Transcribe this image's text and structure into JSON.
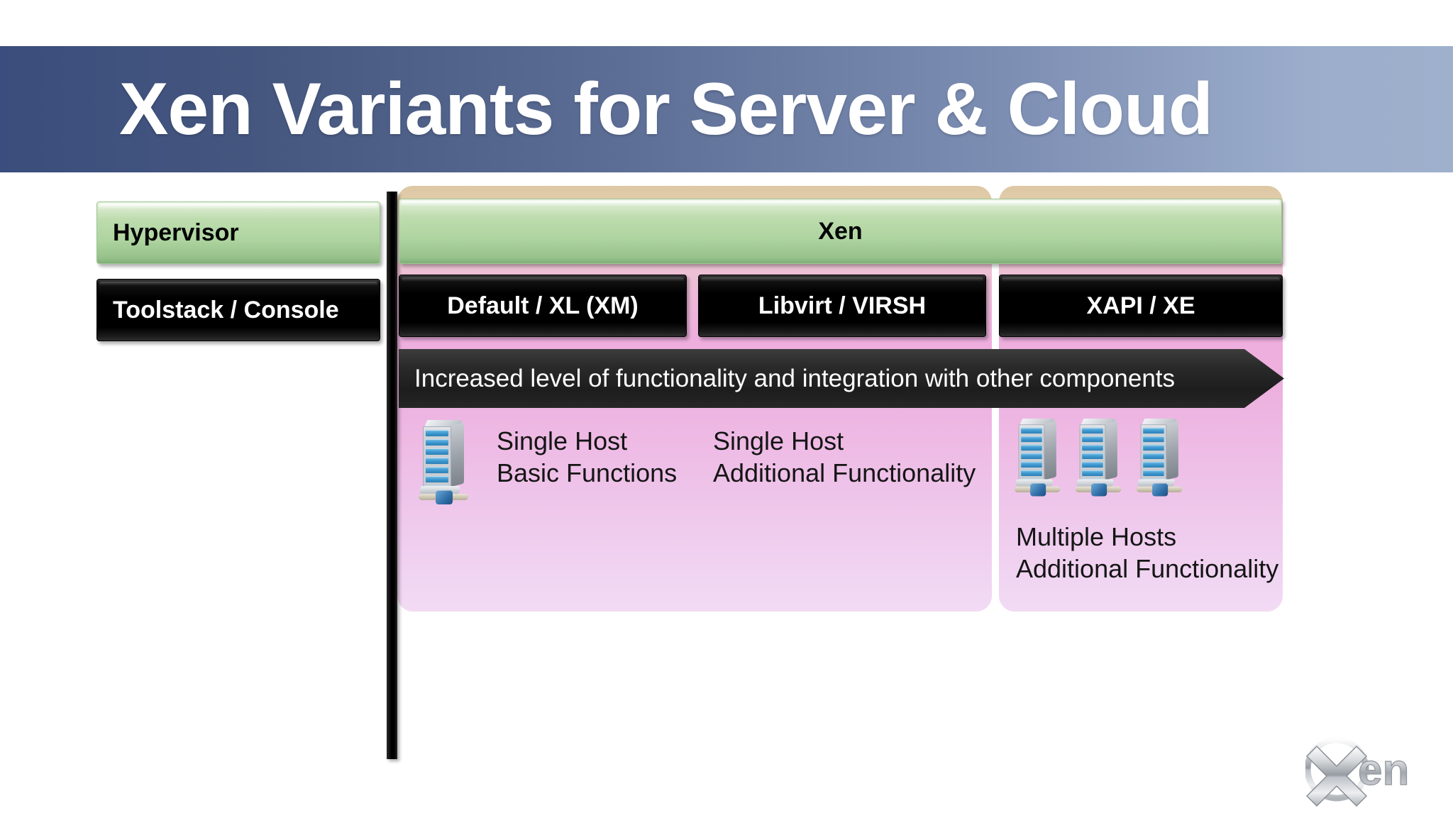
{
  "slide": {
    "title": "Xen Variants for Server & Cloud",
    "banner_color_left": "#3b4d7c",
    "banner_color_right": "#9fb0cd"
  },
  "row_labels": {
    "hypervisor": "Hypervisor",
    "toolstack": "Toolstack / Console",
    "hypervisor_color": "#aed4a0",
    "toolstack_color": "#000000"
  },
  "hypervisor_row": {
    "name": "Xen"
  },
  "toolstacks": [
    {
      "label": "Default / XL (XM)"
    },
    {
      "label": "Libvirt / VIRSH"
    },
    {
      "label": "XAPI / XE"
    }
  ],
  "arrow": {
    "text": "Increased level of functionality and integration with other components",
    "color": "#242424"
  },
  "cells": [
    {
      "line1": "Single Host",
      "line2": "Basic Functions",
      "icon": "server-icon",
      "hosts": 1
    },
    {
      "line1": "Single Host",
      "line2": "Additional Functionality",
      "icon": "",
      "hosts": 0
    },
    {
      "line1": "Multiple Hosts",
      "line2": "Additional Functionality",
      "icon": "server-icon",
      "hosts": 3
    }
  ],
  "panels": {
    "gradient_top": "#ddc7a4",
    "gradient_mid": "#eeaede",
    "gradient_bottom": "#f2dbf4"
  },
  "watermark": {
    "label": "Xen"
  }
}
